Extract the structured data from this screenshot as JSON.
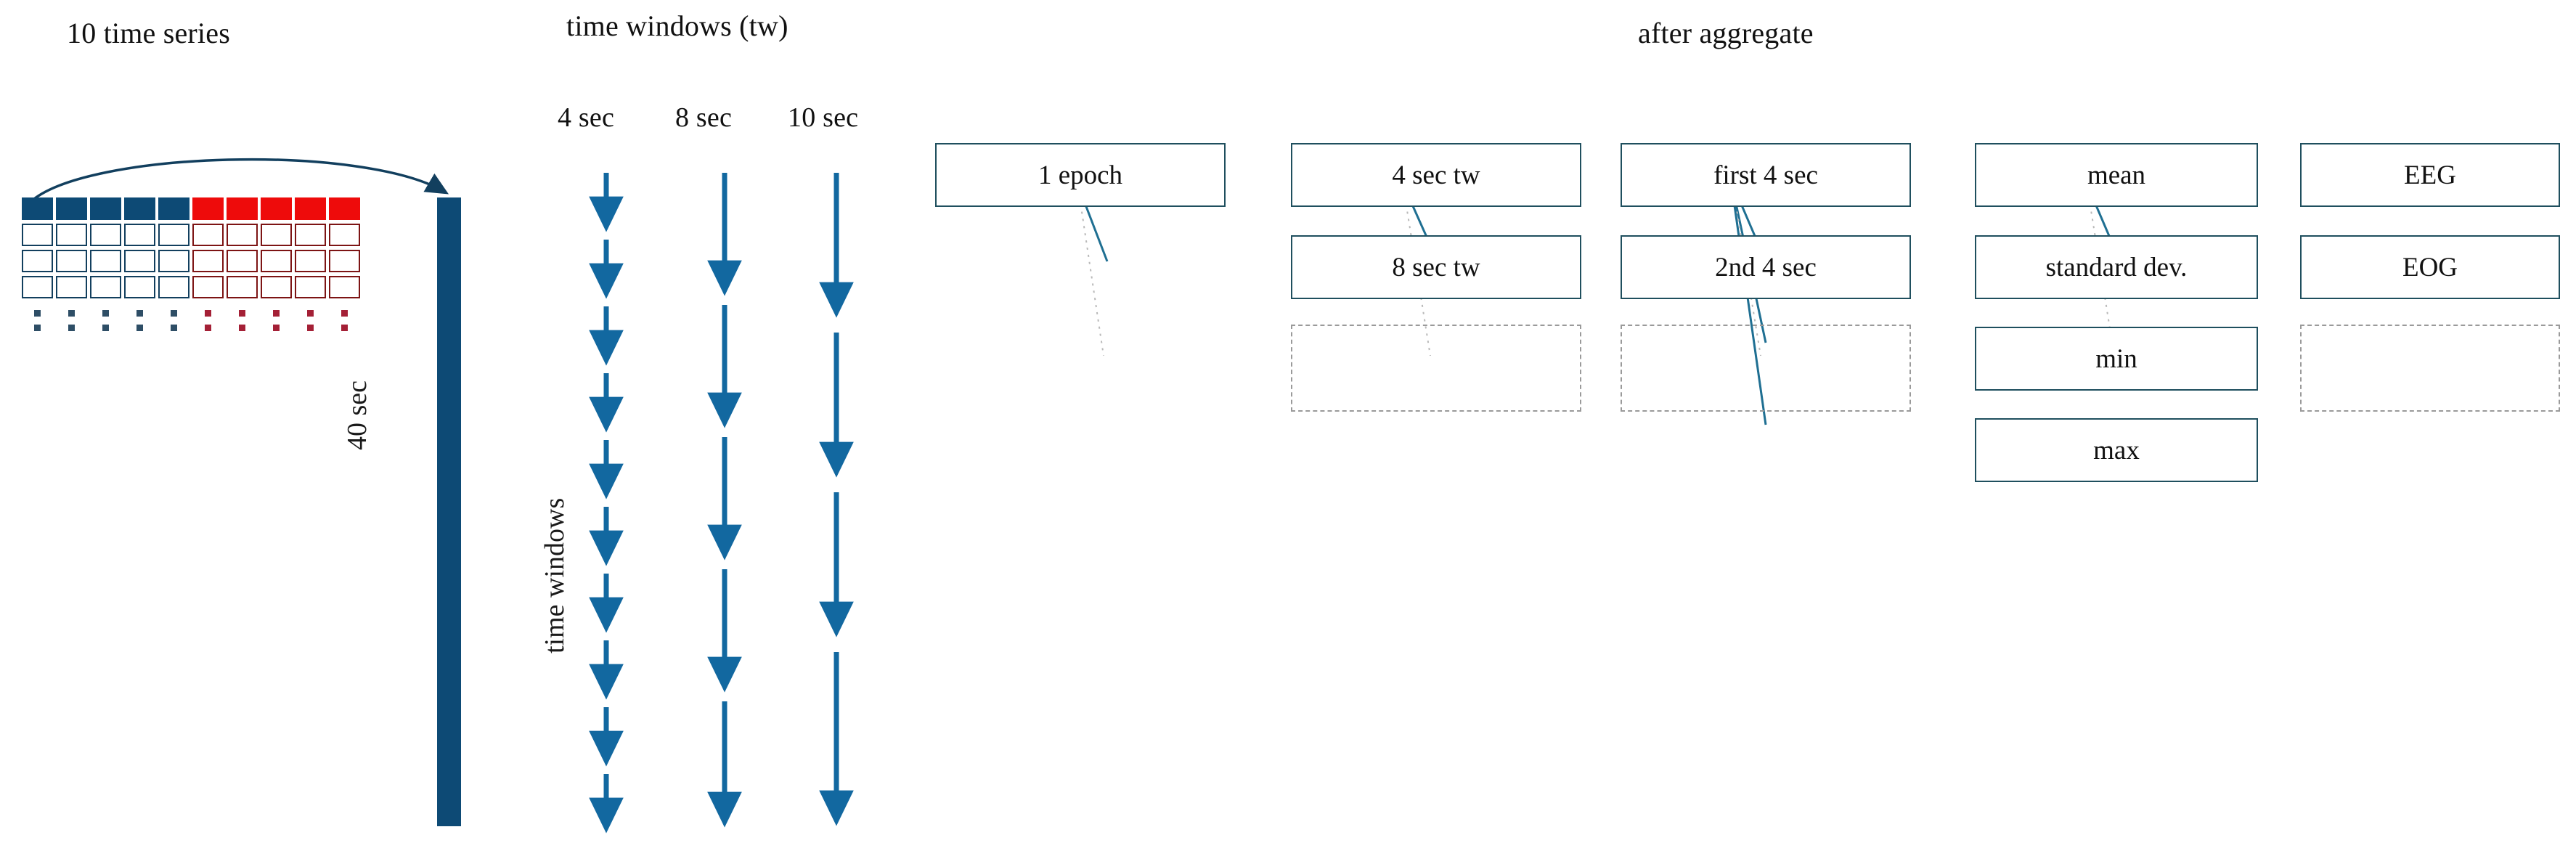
{
  "diagram": {
    "title_left": "10 time series",
    "title_middle": "time windows (tw)",
    "title_right": "after aggregate",
    "duration_label": "40 sec",
    "axis_label_vertical": "time windows"
  },
  "time_series_grid": {
    "columns": 10,
    "rows": 4,
    "blue_columns": 5,
    "red_columns": 5,
    "dot_rows": 2,
    "colors": {
      "blue_fill": "#0d4a75",
      "red_fill": "#ee0b0b",
      "blue_outline": "#123f5e",
      "red_outline": "#7d1414",
      "dot_blue": "#2e4e66",
      "dot_red": "#a42036"
    }
  },
  "time_windows": {
    "header": "time windows (tw)",
    "columns": [
      {
        "label": "4 sec",
        "arrow_count": 10
      },
      {
        "label": "8 sec",
        "arrow_count": 5
      },
      {
        "label": "10 sec",
        "arrow_count": 4
      }
    ],
    "arrow_color": "#1268a0"
  },
  "flow": {
    "header": "after aggregate",
    "stages": [
      {
        "name": "epoch",
        "boxes": [
          "1 epoch"
        ],
        "has_placeholder": false
      },
      {
        "name": "window",
        "boxes": [
          "4 sec tw",
          "8 sec tw"
        ],
        "has_placeholder": true
      },
      {
        "name": "segment",
        "boxes": [
          "first 4 sec",
          "2nd 4 sec"
        ],
        "has_placeholder": true
      },
      {
        "name": "statistic",
        "boxes": [
          "mean",
          "standard dev.",
          "min",
          "max"
        ],
        "has_placeholder": false
      },
      {
        "name": "signal",
        "boxes": [
          "EEG",
          "EOG"
        ],
        "has_placeholder": true
      }
    ],
    "box_border_color": "#1f4f5e",
    "connector_color": "#1f6f92",
    "placeholder_border_color": "#9a9a9a"
  }
}
